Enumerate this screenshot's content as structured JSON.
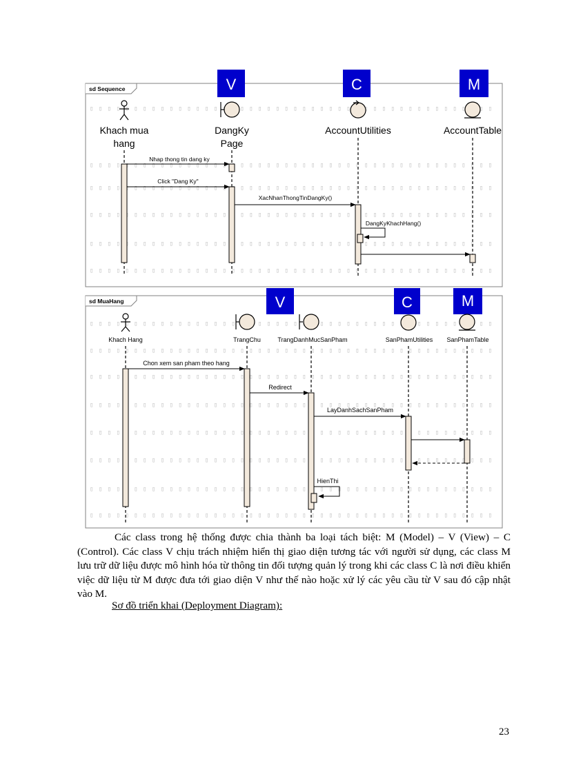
{
  "diagram1": {
    "frame_title": "sd Sequence",
    "tags": [
      "V",
      "C",
      "M"
    ],
    "participants": [
      "Khach mua hang",
      "DangKy Page",
      "AccountUtilities",
      "AccountTable"
    ],
    "participant_lines": [
      [
        "Khach mua",
        "hang"
      ],
      [
        "DangKy",
        "Page"
      ],
      [
        "AccountUtilities"
      ],
      [
        "AccountTable"
      ]
    ],
    "messages": [
      "Nhap thong tin dang ky",
      "Click \"Dang Ky\"",
      "XacNhanThongTinDangKy()",
      "DangKyKhachHang()"
    ]
  },
  "diagram2": {
    "frame_title": "sd MuaHang",
    "tags": [
      "V",
      "C",
      "M"
    ],
    "participants": [
      "Khach Hang",
      "TrangChu",
      "TrangDanhMucSanPham",
      "SanPhamUtilities",
      "SanPhamTable"
    ],
    "messages": [
      "Chon xem san pham theo hang",
      "Redirect",
      "LayDanhSachSanPham",
      "HienThi"
    ]
  },
  "colors": {
    "tag_blue": "#0000cc",
    "activation_fill": "#f3e9dc",
    "frame_border": "#808080"
  },
  "text": {
    "paragraph": "Các class trong hệ thống được chia thành ba loại tách biệt: M (Model) – V (View) – C (Control). Các class V chịu trách nhiệm hiển thị giao diện tương tác với người sử dụng, các class M lưu trữ dữ liệu được mô hình hóa từ thông tin đối tượng quản lý trong khi các class C là nơi điều khiển việc dữ liệu từ M được đưa tới giao diện V như thế nào hoặc xử lý các yêu cầu từ V sau đó cập nhật vào M.",
    "heading": "Sơ đồ triển khai (Deployment Diagram)",
    "heading_suffix": ":",
    "page_number": "23"
  }
}
